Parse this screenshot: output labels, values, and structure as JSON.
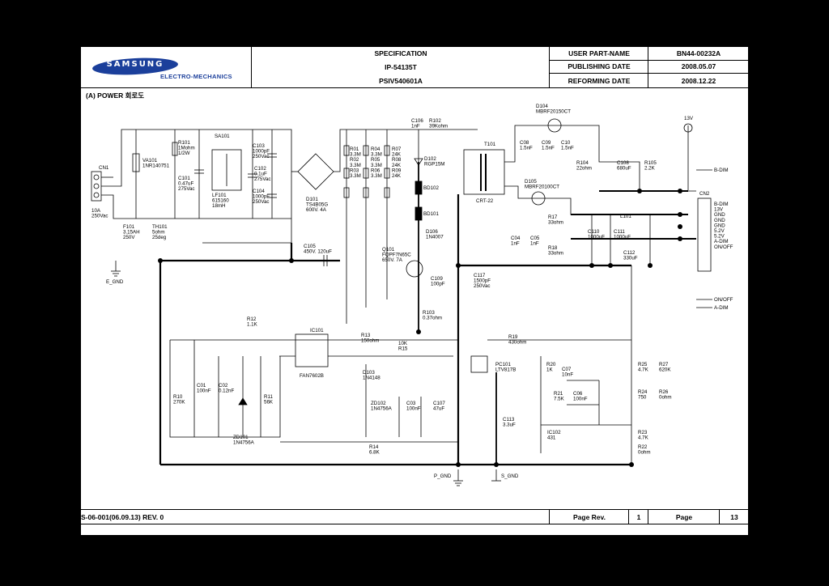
{
  "header": {
    "logo_brand": "SAMSUNG",
    "logo_sub": "ELECTRO-MECHANICS",
    "spec_title": "SPECIFICATION",
    "model": "IP-54135T",
    "code": "PSIV540601A",
    "user_part_label": "USER PART-NAME",
    "user_part_value": "BN44-00232A",
    "publishing_label": "PUBLISHING DATE",
    "publishing_value": "2008.05.07",
    "reforming_label": "REFORMING DATE",
    "reforming_value": "2008.12.22"
  },
  "section_title": "(A) POWER 회로도",
  "footer": {
    "doc_code": "S-06-001(06.09.13) REV. 0",
    "page_rev_label": "Page Rev.",
    "page_rev_value": "1",
    "page_label": "Page",
    "page_value": "13"
  },
  "schematic": {
    "labels": {
      "cn1": "CN1",
      "cn1_rating": "10A\n250Vac",
      "f101": "F101\n3.15AH\n250V",
      "th101": "TH101\n5ohm\n25deg",
      "va101": "VA101\n1NR140751",
      "r101": "R101\n1Mohm\n1/2W",
      "c101": "C101\n0.47uF\n275Vac",
      "sa101": "SA101",
      "lf101": "LF101\n615160\n18mH",
      "c102": "C102\n0.1uF\n275Vac",
      "c103": "C103\n1000pF\n250Vac",
      "c104": "C104\n1000pF\n250Vac",
      "d101": "D101\nTS4B05G\n600V. 4A",
      "c105": "C105\n450V. 120uF",
      "r01_03": "R01\n3.3M\nR02\n3.3M\nR03\n3.3M",
      "r04_06": "R04\n3.3M\nR05\n3.3M\nR06\n3.3M",
      "r07_09": "R07\n24K\nR08\n24K\nR09\n24K",
      "c106": "C106\n1nF",
      "r102": "R102\n39Kohm",
      "d102": "D102\nRGP15M",
      "bd102": "BD102",
      "bd101": "BD101",
      "d106": "D106\n1N4007",
      "q101": "Q101\nFQPF7N65C\n650V. 7A",
      "c109": "C109\n100pF",
      "r103": "R103\n0.37ohm",
      "t101": "T101",
      "crt": "CRT-22",
      "d104": "D104\nMBRF20150CT",
      "d105": "D105\nMBRF20100CT",
      "c08": "C08\n1.5nF",
      "c09": "C09\n1.5nF",
      "c10": "C10\n1.5nF",
      "r104": "R104\n22ohm",
      "c108": "C108\n680uF",
      "r105": "R105\n2.2K",
      "c04": "C04\n1nF",
      "c05": "C05\n1nF",
      "r17": "R17\n33ohm",
      "r18": "R18\n33ohm",
      "c110": "C110\n1000uF",
      "c111": "C111\n1000uF",
      "l101": "L101",
      "c112": "C112\n330uF",
      "c117": "C117\n1500pF\n250Vac",
      "v13": "13V",
      "cn2": "CN2",
      "cn2_pins": "B-DIM\n13V\nGND\nGND\nGND\n5.2V\n5.2V\nA-DIM\nON/OFF",
      "b_dim": "B-DIM",
      "on_off": "ON/OFF",
      "a_dim": "A-DIM",
      "r12": "R12\n1.1K",
      "ic101": "IC101",
      "fan": "FAN7602B",
      "r13": "R13\n150ohm",
      "r15": "10K\nR15",
      "d103": "D103\n1N4148",
      "r19": "R19\n430ohm",
      "pc101": "PC101\nLTV817B",
      "r20": "R20\n1K",
      "c07": "C07\n10nF",
      "r21": "R21\n7.5K",
      "c06": "C06\n100nF",
      "c113": "C113\n3.3uF",
      "ic102": "IC102\n431",
      "r25": "R25\n4.7K",
      "r27": "R27\n620K",
      "r24": "R24\n750",
      "r26": "R26\n0ohm",
      "r23": "R23\n4.7K",
      "r22": "R22\n0ohm",
      "r10": "R10\n270K",
      "c01": "C01\n100nF",
      "c02": "C02\n0.12nF",
      "zd101": "ZD101\n1N4756A",
      "r11": "R11\n56K",
      "zd102": "ZD102\n1N4756A",
      "c03": "C03\n100nF",
      "c107": "C107\n47uF",
      "r14": "R14\n6.8K",
      "p_gnd": "P_GND",
      "s_gnd": "S_GND",
      "e_gnd": "E_GND"
    }
  }
}
